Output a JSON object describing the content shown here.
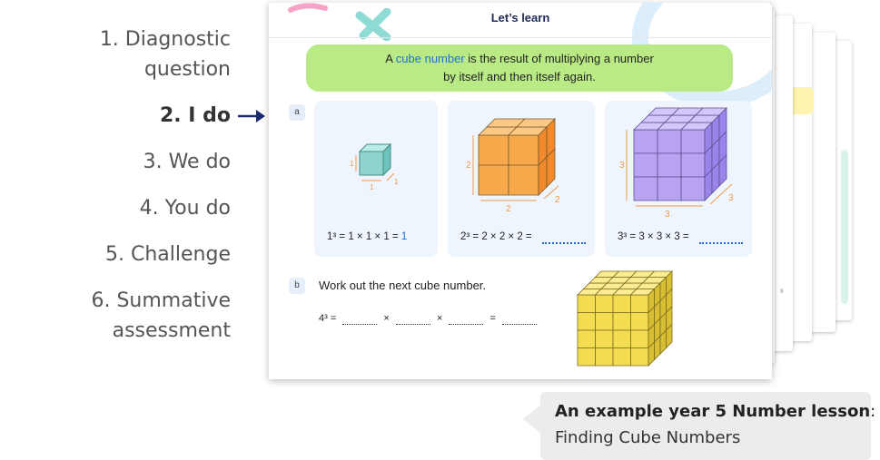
{
  "steps": [
    {
      "line1": "1. Diagnostic",
      "line2": "question"
    },
    {
      "line1": "2. I do"
    },
    {
      "line1": "3. We do"
    },
    {
      "line1": "4. You do"
    },
    {
      "line1": "5. Challenge"
    },
    {
      "line1": "6. Summative",
      "line2": "assessment"
    }
  ],
  "active_step": "2. I do",
  "sheet": {
    "title": "Let’s learn",
    "definition_prefix": "A ",
    "definition_highlight": "cube number",
    "definition_rest": " is the result of multiplying a number",
    "definition_line2": "by itself and then itself again.",
    "part_a_label": "a",
    "part_b_label": "b",
    "panel1": {
      "eq": "1³ = 1 × 1 × 1 = ",
      "answer": "1",
      "dims": [
        "1",
        "1",
        "1"
      ]
    },
    "panel2": {
      "eq": "2³ = 2 × 2 × 2 =",
      "dims": [
        "2",
        "2",
        "2"
      ]
    },
    "panel3": {
      "eq": "3³ = 3 × 3 × 3 =",
      "dims": [
        "3",
        "3",
        "3"
      ]
    },
    "part_b_text": "Work out the next cube number.",
    "part_b_eq_start": "4³ =",
    "times": "×",
    "equals": "=",
    "stack_peek_text": "³"
  },
  "caption": {
    "bold": "An example year 5 Number lesson",
    "colon": ":",
    "line2": "Finding Cube Numbers"
  },
  "colors": {
    "definition_bg": "#b9ea86",
    "highlight": "#1e70d6",
    "cube1": "#8fd3cf",
    "cube2": "#f7a94c",
    "cube3": "#b8a4f3",
    "cube4": "#f3dc52",
    "arrow": "#1c2a6e"
  }
}
